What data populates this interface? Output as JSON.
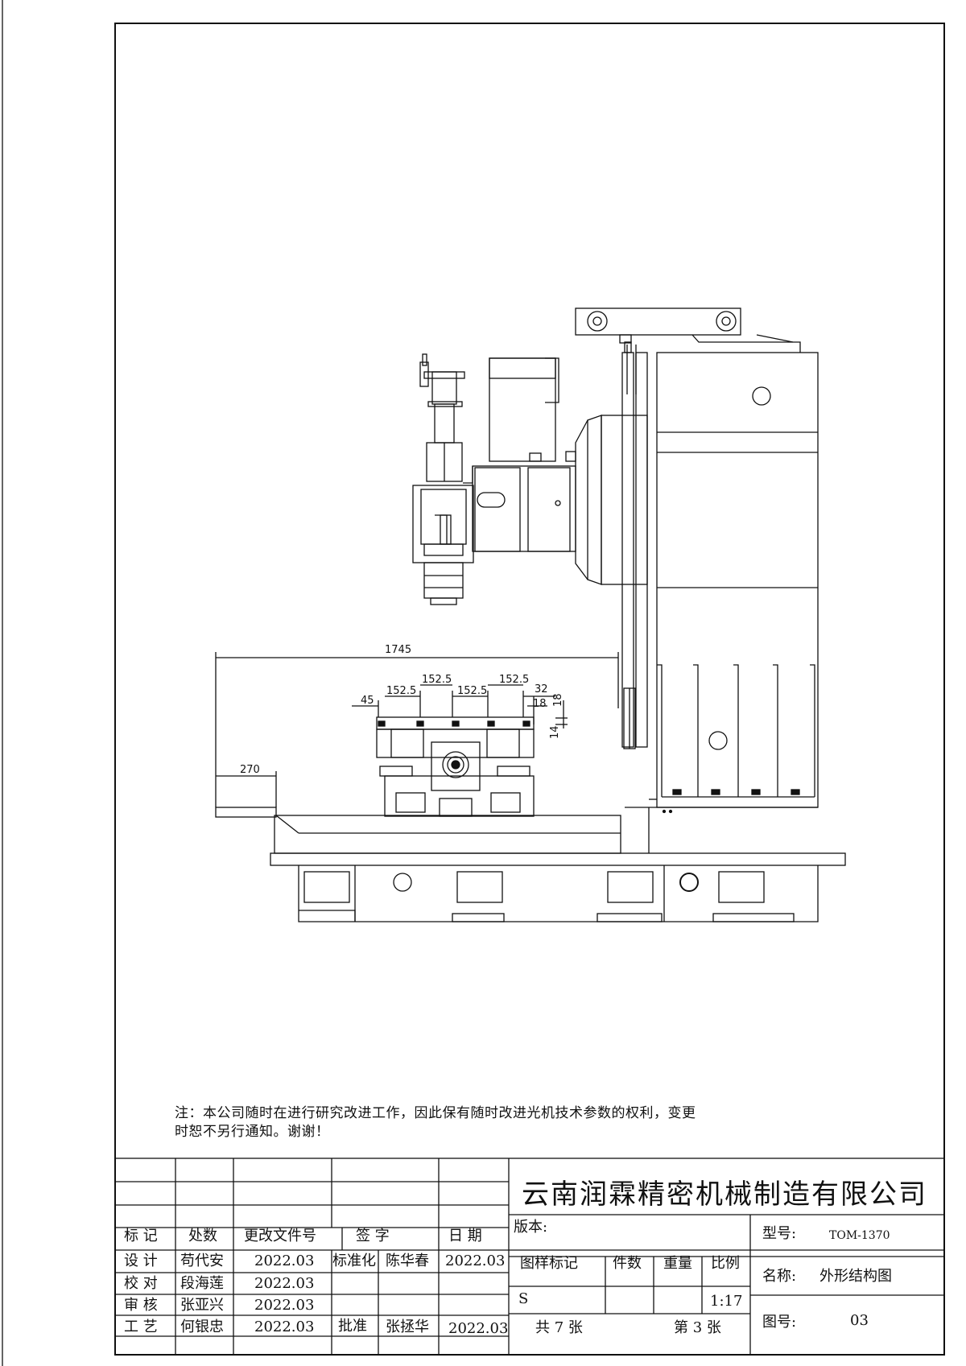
{
  "dimensions": {
    "d1745": "1745",
    "d270": "270",
    "d45": "45",
    "d152a": "152.5",
    "d152b": "152.5",
    "d152c": "152.5",
    "d152d": "152.5",
    "d32": "32",
    "d18a": "18",
    "d18b": "18",
    "d14": "14"
  },
  "note": {
    "line1": "注：本公司随时在进行研究改进工作，因此保有随时改进光机技术参数的权利，变更",
    "line2": "时恕不另行通知。谢谢！"
  },
  "title_block": {
    "company": "云南润霖精密机械制造有限公司",
    "headers": {
      "mark": "标 记",
      "count": "处数",
      "doc": "更改文件号",
      "sign": "签 字",
      "date": "日 期"
    },
    "roles": {
      "design": "设 计",
      "check": "校 对",
      "review": "审 核",
      "process": "工 艺",
      "standard": "标准化",
      "approve": "批准"
    },
    "people": {
      "designer": "苟代安",
      "checker": "段海莲",
      "reviewer": "张亚兴",
      "processor": "何银忠",
      "standardizer": "陈华春",
      "approver": "张拯华"
    },
    "dates": {
      "design": "2022.03",
      "check": "2022.03",
      "review": "2022.03",
      "process": "2022.03",
      "standard": "2022.03",
      "approve": "2022.03"
    },
    "version_label": "版本:",
    "pattern_mark": "图样标记",
    "pieces": "件数",
    "weight": "重量",
    "scale_label": "比例",
    "s_mark": "S",
    "scale": "1:17",
    "total_sheets": "共 7 张",
    "sheet_no": "第 3 张",
    "model_label": "型号:",
    "model": "TOM-1370",
    "name_label": "名称:",
    "name": "外形结构图",
    "drawing_no_label": "图号:",
    "drawing_no": "03"
  }
}
